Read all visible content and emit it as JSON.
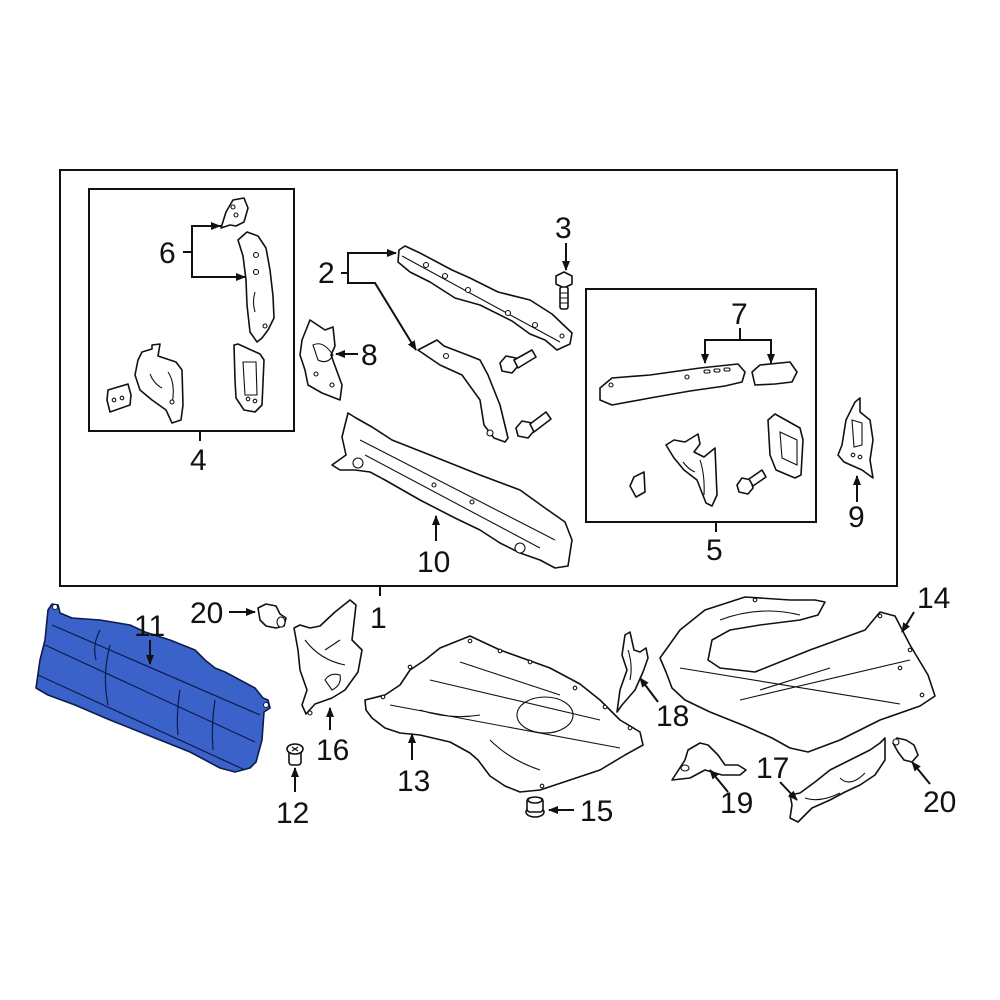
{
  "diagram": {
    "type": "exploded-parts-diagram",
    "highlight_color": "#3a62c8",
    "line_color": "#111111",
    "background": "#ffffff",
    "highlighted_part": "11",
    "frames": {
      "main_assembly": {
        "callout": "1"
      },
      "sub_assembly_left": {
        "callout": "4"
      },
      "sub_assembly_right": {
        "callout": "5"
      }
    },
    "callouts": [
      {
        "id": "1",
        "label": "1"
      },
      {
        "id": "2",
        "label": "2"
      },
      {
        "id": "3",
        "label": "3"
      },
      {
        "id": "4",
        "label": "4"
      },
      {
        "id": "5",
        "label": "5"
      },
      {
        "id": "6",
        "label": "6"
      },
      {
        "id": "7",
        "label": "7"
      },
      {
        "id": "8",
        "label": "8"
      },
      {
        "id": "9",
        "label": "9"
      },
      {
        "id": "10",
        "label": "10"
      },
      {
        "id": "11",
        "label": "11"
      },
      {
        "id": "12",
        "label": "12"
      },
      {
        "id": "13",
        "label": "13"
      },
      {
        "id": "14",
        "label": "14"
      },
      {
        "id": "15",
        "label": "15"
      },
      {
        "id": "16",
        "label": "16"
      },
      {
        "id": "17",
        "label": "17"
      },
      {
        "id": "18",
        "label": "18"
      },
      {
        "id": "19",
        "label": "19"
      },
      {
        "id": "20a",
        "label": "20"
      },
      {
        "id": "20b",
        "label": "20"
      }
    ]
  }
}
